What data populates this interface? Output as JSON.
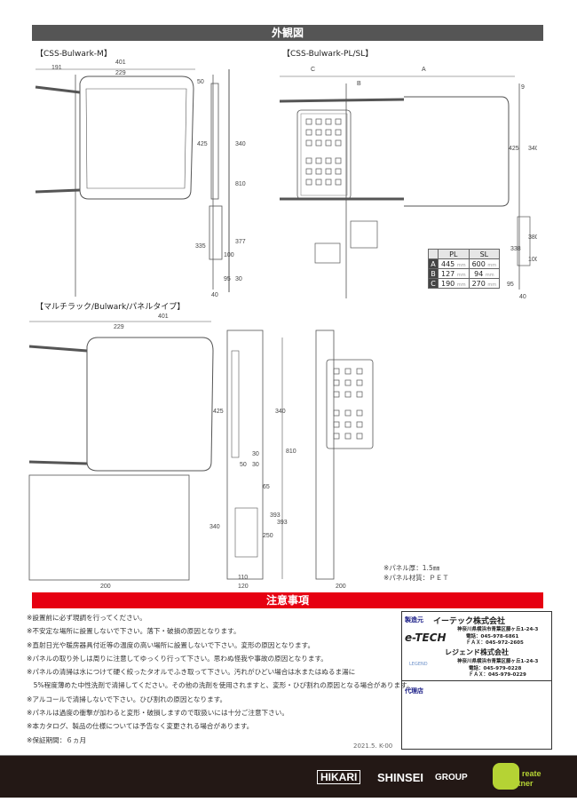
{
  "header": {
    "title": "外観図"
  },
  "sections": {
    "m": "【CSS-Bulwark-M】",
    "plsl": "【CSS-Bulwark-PL/SL】",
    "multi": "【マルチラック/Bulwark/パネルタイプ】"
  },
  "dims_m": {
    "w401": "401",
    "w191": "191",
    "w229": "229",
    "h50": "50",
    "h425": "425",
    "h340": "340",
    "h810": "810",
    "h335": "335",
    "h377": "377",
    "h100": "100",
    "h95": "95",
    "w40": "40",
    "w30": "30"
  },
  "dims_plsl": {
    "c": "C",
    "a": "A",
    "b": "B",
    "h425": "425",
    "h340": "340",
    "h338": "338",
    "h380": "380",
    "w40": "40",
    "h95": "95",
    "h100": "100",
    "w9": "9"
  },
  "dims_multi": {
    "w401": "401",
    "w229": "229",
    "h425": "425",
    "h340": "340",
    "h810": "810",
    "h340b": "340",
    "w200": "200",
    "w200b": "200",
    "w50": "50",
    "w30": "30",
    "w30b": "30",
    "h65": "65",
    "h250": "250",
    "h393": "393",
    "h393b": "393",
    "w110": "110",
    "w120": "120"
  },
  "size_table": {
    "headers": [
      "PL",
      "SL"
    ],
    "unit": "mm",
    "rows": [
      {
        "key": "A",
        "pl": "445",
        "sl": "600"
      },
      {
        "key": "B",
        "pl": "127",
        "sl": "94"
      },
      {
        "key": "C",
        "pl": "190",
        "sl": "270"
      }
    ]
  },
  "panel_notes": [
    "※パネル厚：1.5㎜",
    "※パネル材質：ＰＥＴ"
  ],
  "caution": {
    "title": "注意事項",
    "items": [
      "※設置前に必ず現調を行ってください。",
      "※不安定な場所に設置しないで下さい。落下・破損の原因となります。",
      "※直射日光や暖房器具付近等の温度の高い場所に設置しないで下さい。変形の原因となります。",
      "※パネルの取り外しは周りに注意してゆっくり行って下さい。思わぬ怪我や事故の原因となります。",
      "※パネルの清掃は水につけて硬く絞ったタオルでふき取って下さい。汚れがひどい場合は水またはぬるま湯に",
      "　5%程度薄めた中性洗剤で清掃してください。その他の洗剤を使用されますと、変形・ひび割れの原因となる場合があります。",
      "※アルコールで清掃しないで下さい。ひび割れの原因となります。",
      "※パネルは過度の衝撃が加わると変形・破損しますので取扱いには十分ご注意下さい。",
      "※本カタログ、製品の仕様については予告なく変更される場合があります。",
      "※保証期間：６ヵ月"
    ],
    "date": "2021.5.  K-00"
  },
  "maker": {
    "label": "製造元",
    "company": "イーテック株式会社",
    "address": "神奈川県横浜市青葉区藤ヶ丘1-24-3",
    "tel": "電話：045-978-6861",
    "fax": "ＦＡＸ：045-972-2605",
    "logo": "e-TECH"
  },
  "legend": {
    "company": "レジェンド株式会社",
    "address": "神奈川県横浜市青葉区藤ヶ丘1-24-3",
    "tel": "電話：045-979-0228",
    "fax": "ＦＡＸ：045-979-0229",
    "logo": "LEGEND"
  },
  "agent": {
    "label": "代理店"
  },
  "footer": {
    "hikari": "HIKARI",
    "shinsei": "SHINSEI",
    "group": "GROUP",
    "partner_top": "reate",
    "partner_bottom": "artner"
  },
  "colors": {
    "header": "#555555",
    "caution": "#e60012",
    "footer": "#231815",
    "partner": "#b5d334"
  }
}
